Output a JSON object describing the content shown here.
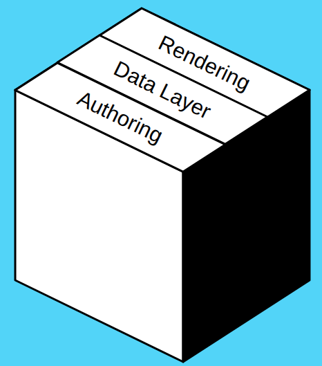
{
  "diagram": {
    "nodes": [
      {
        "text": [
          "Rendering"
        ]
      },
      {
        "text": [
          "Data Layer"
        ]
      },
      {
        "text": [
          "Authoring"
        ]
      }
    ]
  }
}
